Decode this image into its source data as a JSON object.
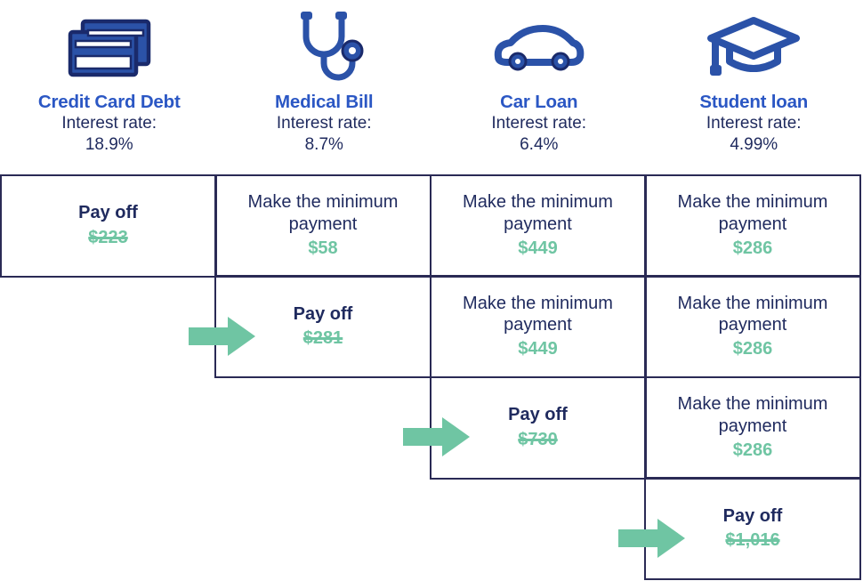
{
  "headers": [
    {
      "icon": "credit-card-icon",
      "title": "Credit Card Debt",
      "rate_label": "Interest rate:",
      "rate_value": "18.9%"
    },
    {
      "icon": "stethoscope-icon",
      "title": "Medical Bill",
      "rate_label": "Interest rate:",
      "rate_value": "8.7%"
    },
    {
      "icon": "car-icon",
      "title": "Car Loan",
      "rate_label": "Interest rate:",
      "rate_value": "6.4%"
    },
    {
      "icon": "graduation-cap-icon",
      "title": "Student loan",
      "rate_label": "Interest rate:",
      "rate_value": "4.99%"
    }
  ],
  "rows": [
    {
      "cells": [
        {
          "visible": true,
          "action": "Pay off",
          "amount": "$223",
          "struck": true,
          "payoff": true
        },
        {
          "visible": true,
          "action": "Make the minimum payment",
          "amount": "$58",
          "struck": false,
          "payoff": false
        },
        {
          "visible": true,
          "action": "Make the minimum payment",
          "amount": "$449",
          "struck": false,
          "payoff": false
        },
        {
          "visible": true,
          "action": "Make the minimum payment",
          "amount": "$286",
          "struck": false,
          "payoff": false
        }
      ]
    },
    {
      "cells": [
        {
          "visible": false,
          "action": "",
          "amount": "",
          "struck": false,
          "payoff": false
        },
        {
          "visible": true,
          "action": "Pay off",
          "amount": "$281",
          "struck": true,
          "payoff": true
        },
        {
          "visible": true,
          "action": "Make the minimum payment",
          "amount": "$449",
          "struck": false,
          "payoff": false
        },
        {
          "visible": true,
          "action": "Make the minimum payment",
          "amount": "$286",
          "struck": false,
          "payoff": false
        }
      ]
    },
    {
      "cells": [
        {
          "visible": false,
          "action": "",
          "amount": "",
          "struck": false,
          "payoff": false
        },
        {
          "visible": false,
          "action": "",
          "amount": "",
          "struck": false,
          "payoff": false
        },
        {
          "visible": true,
          "action": "Pay off",
          "amount": "$730",
          "struck": true,
          "payoff": true
        },
        {
          "visible": true,
          "action": "Make the minimum payment",
          "amount": "$286",
          "struck": false,
          "payoff": false
        }
      ]
    },
    {
      "cells": [
        {
          "visible": false,
          "action": "",
          "amount": "",
          "struck": false,
          "payoff": false
        },
        {
          "visible": false,
          "action": "",
          "amount": "",
          "struck": false,
          "payoff": false
        },
        {
          "visible": false,
          "action": "",
          "amount": "",
          "struck": false,
          "payoff": false
        },
        {
          "visible": true,
          "action": "Pay off",
          "amount": "$1,016",
          "struck": true,
          "payoff": true
        }
      ]
    }
  ],
  "arrows": [
    {
      "name": "arrow-to-medical-bill-payoff"
    },
    {
      "name": "arrow-to-car-loan-payoff"
    },
    {
      "name": "arrow-to-student-loan-payoff"
    }
  ],
  "colors": {
    "title_blue": "#2B57C4",
    "text_navy": "#1F2A5E",
    "amount_green": "#6FC5A3",
    "border_navy": "#2A2A55",
    "icon_blue": "#2B52A8",
    "background": "#FFFFFF"
  }
}
